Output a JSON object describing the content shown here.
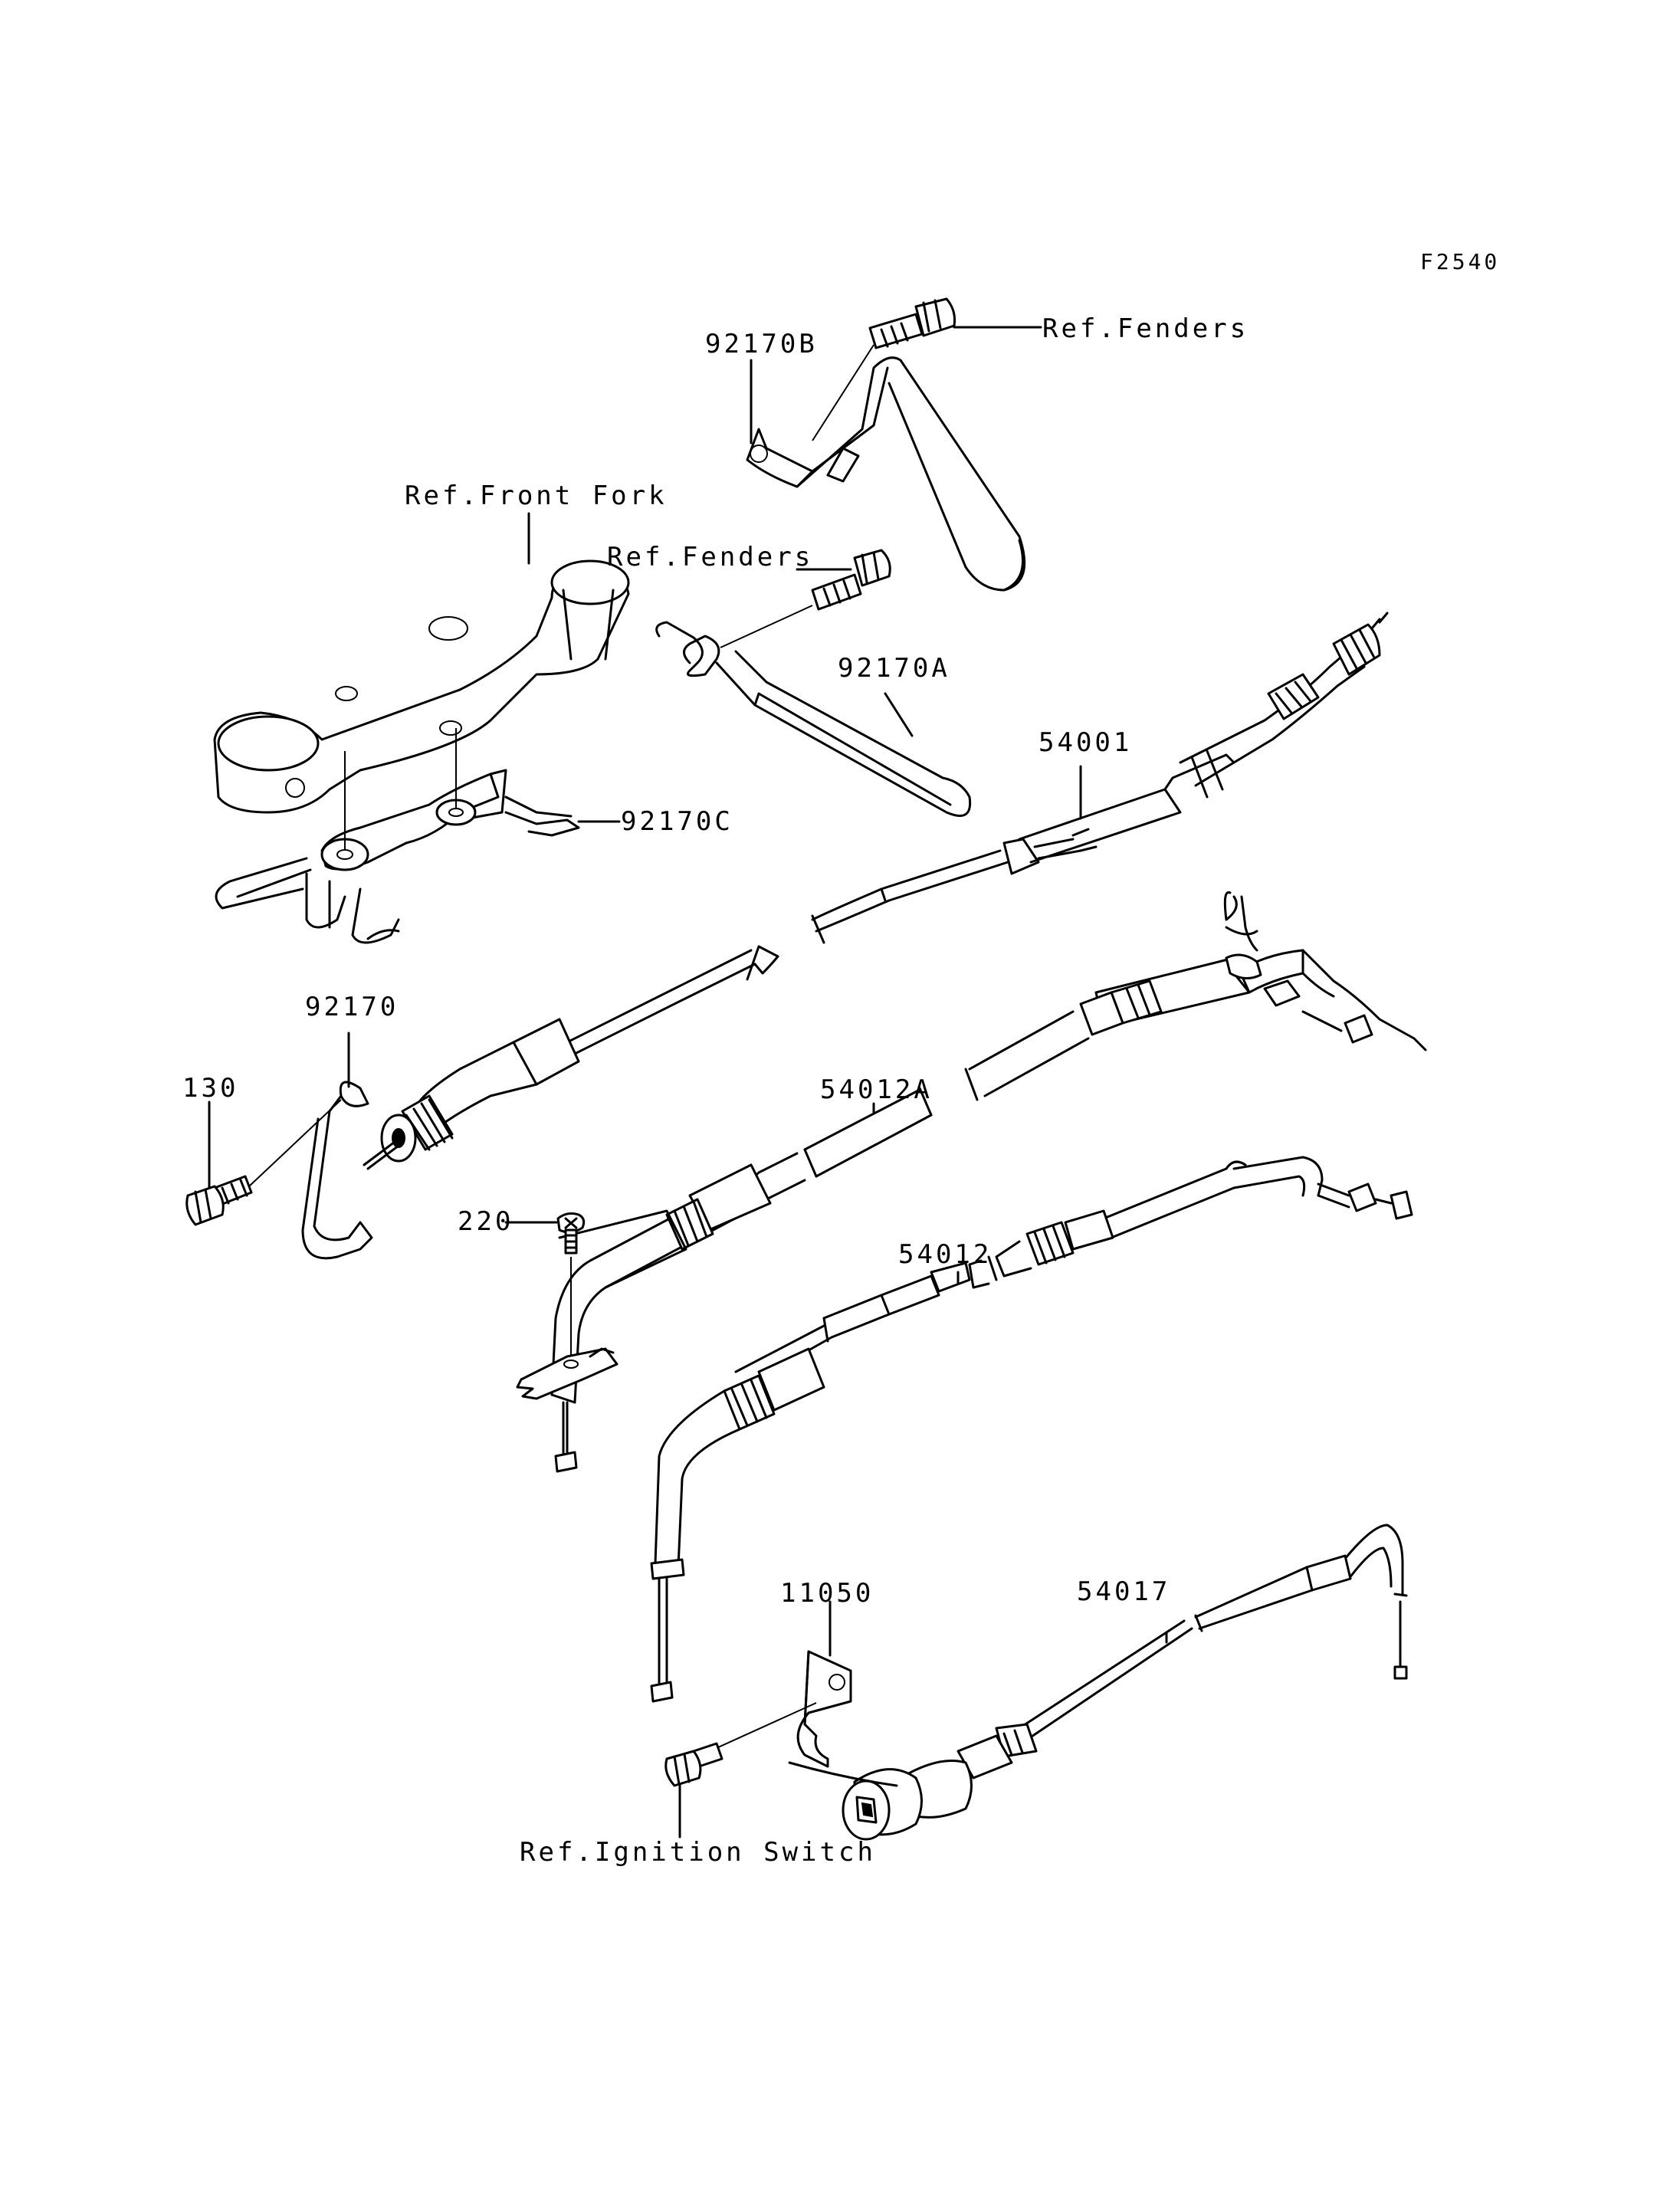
{
  "diagram_code": "F2540",
  "labels": {
    "p92170B": "92170B",
    "ref_fenders_top": "Ref.Fenders",
    "ref_front_fork": "Ref.Front Fork",
    "ref_fenders_mid": "Ref.Fenders",
    "p92170A": "92170A",
    "p54001": "54001",
    "p92170C": "92170C",
    "p92170": "92170",
    "p130": "130",
    "p54012A": "54012A",
    "p220": "220",
    "p54012": "54012",
    "p11050": "11050",
    "p54017": "54017",
    "ref_ignition_switch": "Ref.Ignition Switch"
  }
}
